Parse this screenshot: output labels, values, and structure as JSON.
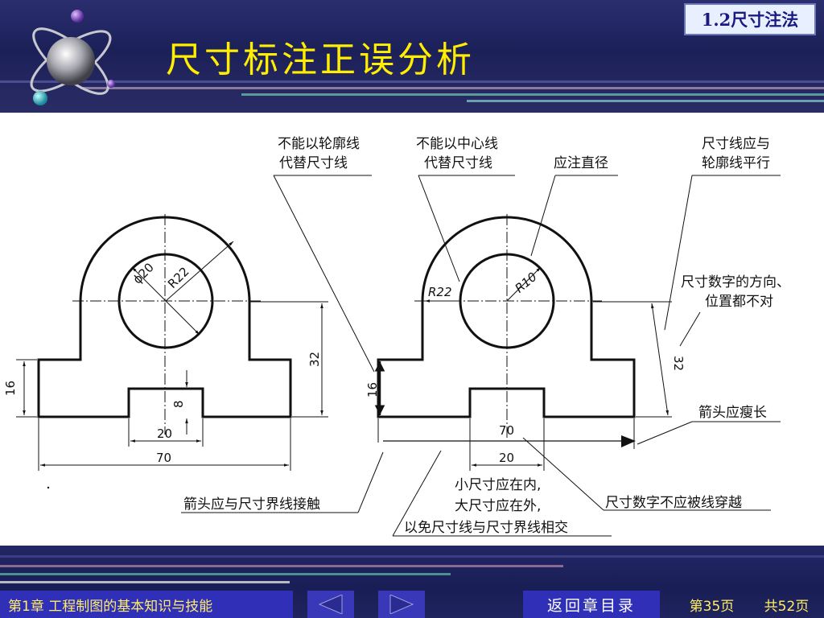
{
  "header": {
    "title": "尺寸标注正误分析",
    "section": "1.2尺寸注法"
  },
  "drawing": {
    "callouts": {
      "contour_as_dim_line": [
        "不能以轮廓线",
        "代替尺寸线"
      ],
      "centerline_as_dim_line": [
        "不能以中心线",
        "代替尺寸线"
      ],
      "should_mark_diameter": "应注直径",
      "dim_line_parallel": [
        "尺寸线应与",
        "轮廓线平行"
      ],
      "number_direction": [
        "尺寸数字的方向、",
        "位置都不对"
      ],
      "arrow_too_thin": "箭头应瘦长",
      "arrow_touch_ext": "箭头应与尺寸界线接触",
      "small_inside": [
        "小尺寸应在内,",
        "大尺寸应在外,",
        "以免尺寸线与尺寸界线相交"
      ],
      "number_not_crossed": "尺寸数字不应被线穿越"
    },
    "left_dims": {
      "phi": "ϕ20",
      "radius": "R22",
      "h16": "16",
      "h32": "32",
      "h8": "8",
      "w20": "20",
      "w70": "70"
    },
    "right_dims": {
      "r22": "R22",
      "r10": "R10",
      "h16": "16",
      "h32": "32",
      "w70": "70",
      "w20": "20"
    }
  },
  "footer": {
    "chapter": "第1章 工程制图的基本知识与技能",
    "toc": "返回章目录",
    "page_current": "第35页",
    "page_total": "共52页"
  },
  "colors": {
    "header_bg": "#1c2058",
    "title": "#ffee00",
    "footer_btn": "#2f2fb8"
  }
}
